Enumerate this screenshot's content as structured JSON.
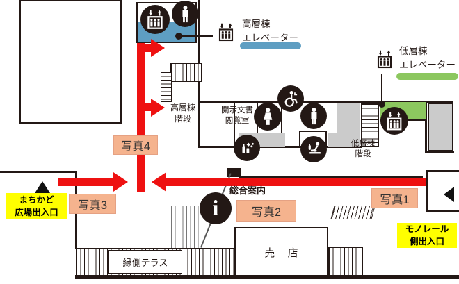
{
  "colors": {
    "red": "#EE1111",
    "salmon": "#F5B38E",
    "salmon_border": "#E5A183",
    "yellow": "#FFFF00",
    "blue": "#5E9EC2",
    "green": "#8CC75F",
    "gray": "#CBCBCB",
    "ink": "#231815"
  },
  "legend": {
    "highrise_elevator": {
      "label": "高層棟\nエレベーター"
    },
    "lowrise_elevator": {
      "label": "低層棟\nエレベーター"
    }
  },
  "rooms": {
    "document_viewing_room": "開示文書\n閲覧室",
    "highrise_stairs": "高層棟\n階段",
    "lowrise_stairs": "低層棟\n階段",
    "info_desk": "総合案内",
    "shop": "売 店",
    "terrace": "縁側テラス"
  },
  "photos": {
    "photo1": "写真1",
    "photo2": "写真2",
    "photo3": "写真3",
    "photo4": "写真4"
  },
  "entrances": {
    "machikado": "まちかど\n広場出入口",
    "monorail": "モノレール\n側出入口"
  },
  "icons": {
    "info_glyph": "i",
    "names": [
      "elevator-icon",
      "man-icon",
      "woman-icon",
      "wheelchair-icon",
      "vending-icon",
      "baby-changing-icon",
      "info-icon",
      "entrance-triangle-icon"
    ]
  }
}
